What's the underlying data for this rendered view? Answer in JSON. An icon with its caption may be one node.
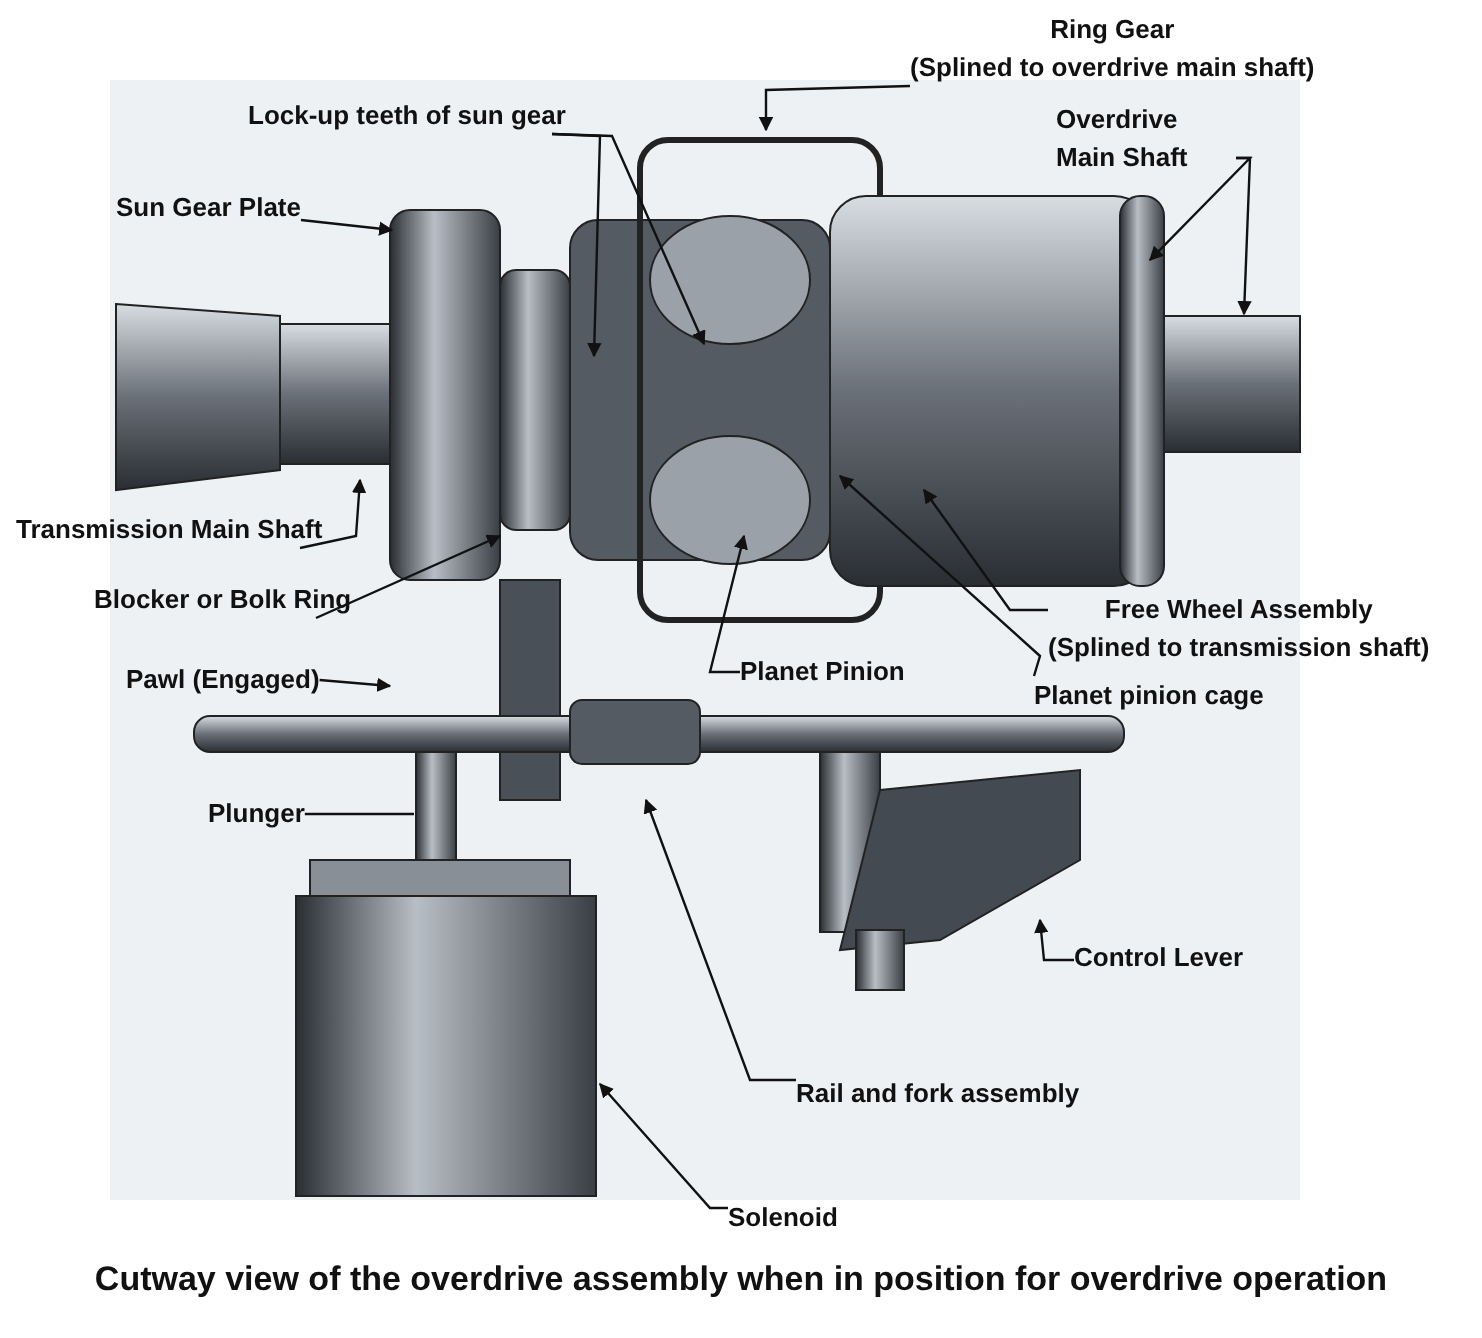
{
  "diagram": {
    "caption": "Cutway view of the overdrive assembly when in position for overdrive operation",
    "nodes": [
      {
        "text": [
          "Ring Gear",
          "(Splined to overdrive main shaft)"
        ]
      },
      {
        "text": [
          "Lock-up teeth of sun gear"
        ]
      },
      {
        "text": [
          "Overdrive Main Shaft"
        ]
      },
      {
        "text": [
          "Sun Gear Plate"
        ]
      },
      {
        "text": [
          "Transmission Main Shaft"
        ]
      },
      {
        "text": [
          "Blocker or Bolk Ring"
        ]
      },
      {
        "text": [
          "Free Wheel Assembly",
          "(Splined to transmission shaft)"
        ]
      },
      {
        "text": [
          "Planet Pinion"
        ]
      },
      {
        "text": [
          "Pawl (Engaged)"
        ]
      },
      {
        "text": [
          "Planet pinion cage"
        ]
      },
      {
        "text": [
          "Plunger"
        ]
      },
      {
        "text": [
          "Control Lever"
        ]
      },
      {
        "text": [
          "Rail and fork assembly"
        ]
      },
      {
        "text": [
          "Solenoid"
        ]
      }
    ],
    "edges": [
      {
        "from": 0,
        "to": null,
        "arrow": "to"
      },
      {
        "from": 1,
        "to": null,
        "arrow": "to"
      },
      {
        "from": 1,
        "to": null,
        "arrow": "to"
      },
      {
        "from": 2,
        "to": null,
        "arrow": "to"
      },
      {
        "from": 2,
        "to": null,
        "arrow": "to"
      },
      {
        "from": 3,
        "to": null,
        "arrow": "to"
      },
      {
        "from": 4,
        "to": null,
        "arrow": "to"
      },
      {
        "from": 5,
        "to": null,
        "arrow": "to"
      },
      {
        "from": 6,
        "to": null,
        "arrow": "to"
      },
      {
        "from": 7,
        "to": null,
        "arrow": "to"
      },
      {
        "from": 8,
        "to": null,
        "arrow": "to"
      },
      {
        "from": 9,
        "to": null,
        "arrow": "to"
      },
      {
        "from": 10,
        "to": null,
        "arrow": "none"
      },
      {
        "from": 11,
        "to": null,
        "arrow": "to"
      },
      {
        "from": 12,
        "to": null,
        "arrow": "to"
      },
      {
        "from": 13,
        "to": null,
        "arrow": "to"
      }
    ]
  }
}
